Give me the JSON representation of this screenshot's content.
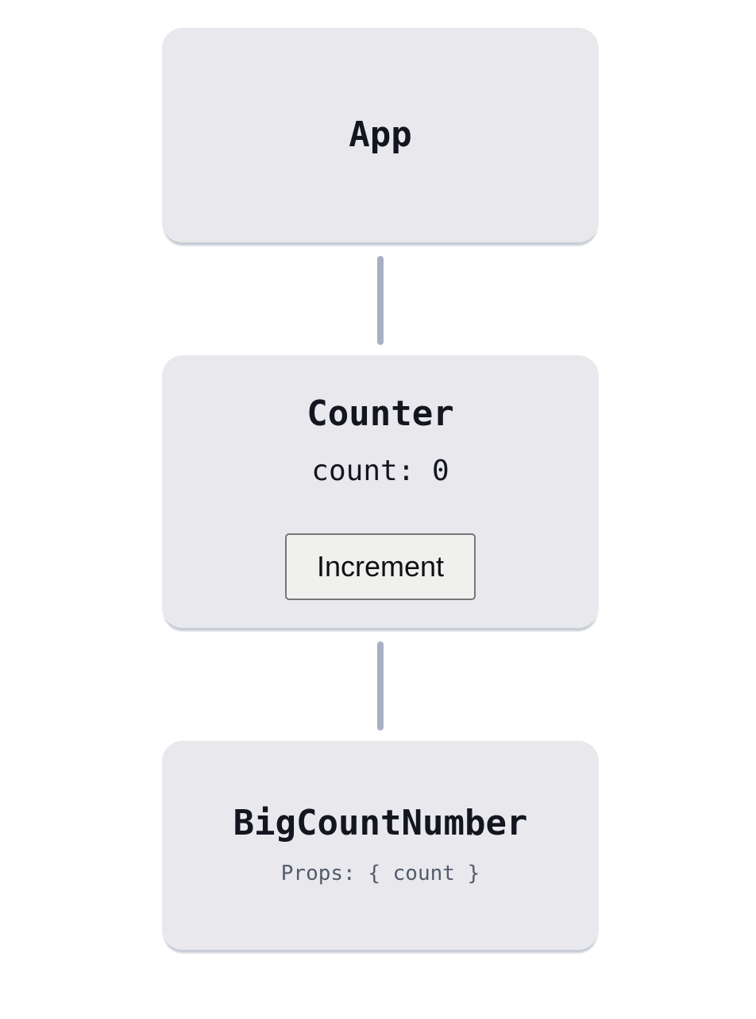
{
  "colors": {
    "page_bg": "#ffffff",
    "node_bg": "#e8e8ed",
    "node_shadow": "#c8ccd4",
    "connector": "#a8b1c4",
    "ink": "#14161f",
    "muted": "#545b69",
    "button_bg": "#f0f0ef",
    "button_border": "#767676",
    "button_text": "#111111"
  },
  "diagram": {
    "type": "component-tree",
    "nodes": [
      {
        "id": "app",
        "title": "App"
      },
      {
        "id": "counter",
        "title": "Counter",
        "state_text": "count: 0",
        "state_variable": "count",
        "state_value": "0",
        "button_label": "Increment"
      },
      {
        "id": "big-count-number",
        "title": "BigCountNumber",
        "props_text": "Props: { count }"
      }
    ]
  }
}
